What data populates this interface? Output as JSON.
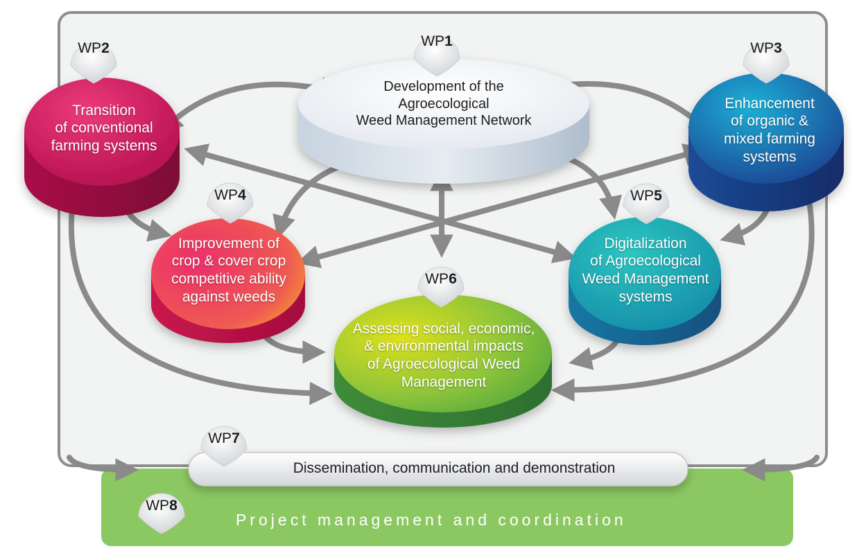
{
  "work_packages": [
    {
      "id": "wp1",
      "prefix": "WP",
      "number": "1",
      "description": "Development of the\nAgroecological\nWeed Management Network",
      "color": "#d8dee6"
    },
    {
      "id": "wp2",
      "prefix": "WP",
      "number": "2",
      "description": "Transition\nof conventional\nfarming systems",
      "color": "#c8195c"
    },
    {
      "id": "wp3",
      "prefix": "WP",
      "number": "3",
      "description": "Enhancement\nof organic &\nmixed farming\nsystems",
      "color": "#1a5fa8"
    },
    {
      "id": "wp4",
      "prefix": "WP",
      "number": "4",
      "description": "Improvement of\ncrop & cover crop\ncompetitive ability\nagainst weeds",
      "color": "#e83e6a"
    },
    {
      "id": "wp5",
      "prefix": "WP",
      "number": "5",
      "description": "Digitalization\nof Agroecological\nWeed Management\nsystems",
      "color": "#1aa3b4"
    },
    {
      "id": "wp6",
      "prefix": "WP",
      "number": "6",
      "description": "Assessing social, economic,\n& environmental impacts\nof Agroecological Weed\nManagement",
      "color": "#6cb82f"
    },
    {
      "id": "wp7",
      "prefix": "WP",
      "number": "7",
      "description": "Dissemination, communication and demonstration",
      "color": "#e2e2e2"
    },
    {
      "id": "wp8",
      "prefix": "WP",
      "number": "8",
      "description": "Project management and coordination",
      "color": "#8cc862"
    }
  ]
}
